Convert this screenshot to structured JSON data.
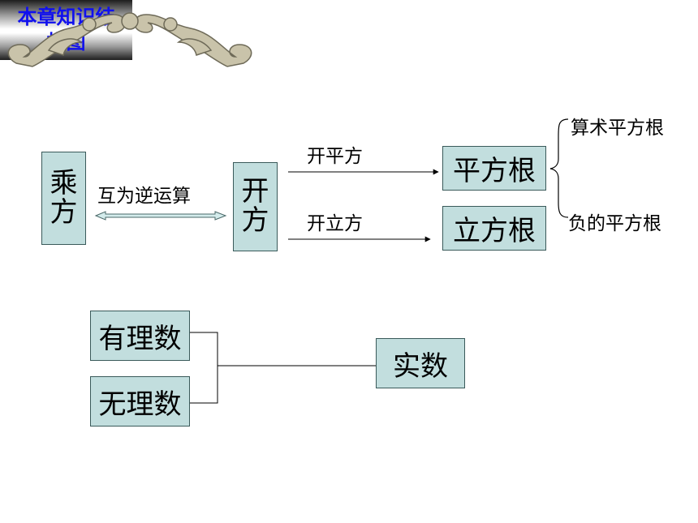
{
  "title": {
    "line1": "本章知识结",
    "line2": "构图"
  },
  "power": {
    "line1": "乘",
    "line2": "方"
  },
  "root_op": {
    "line1": "开",
    "line2": "方"
  },
  "inverse_label": "互为逆运算",
  "square_root_op": "开平方",
  "cube_root_op": "开立方",
  "square_root": "平方根",
  "cube_root": "立方根",
  "arithmetic_root": "算术平方根",
  "negative_root": "负的平方根",
  "rational": "有理数",
  "irrational": "无理数",
  "real": "实数",
  "colors": {
    "box_fill": "#c2dede",
    "title_text": "#1010ee",
    "ornament": "#b8b39c"
  }
}
